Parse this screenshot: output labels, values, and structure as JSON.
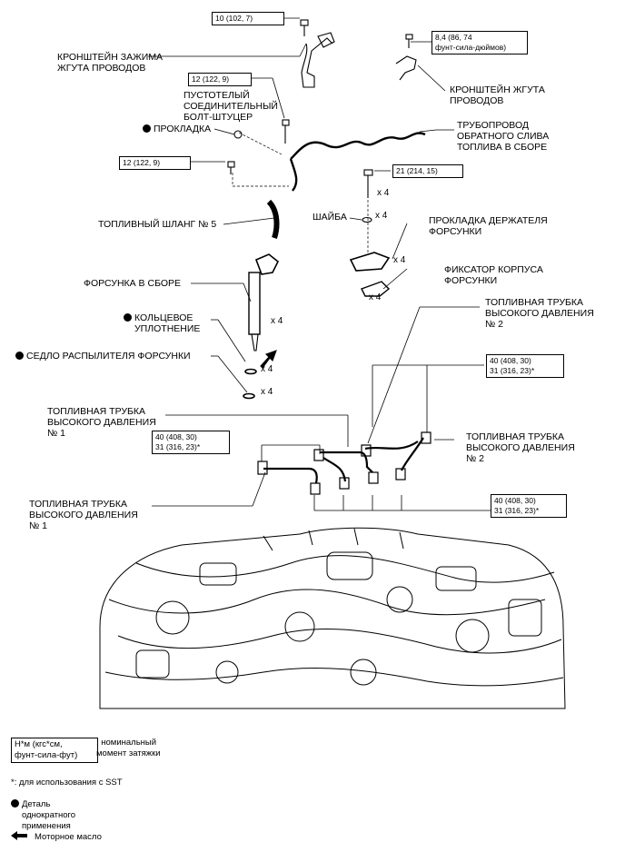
{
  "labels": {
    "bracket_clamp": "КРОНШТЕЙН ЗАЖИМА\nЖГУТА ПРОВОДОВ",
    "hollow_bolt": "ПУСТОТЕЛЫЙ\nСОЕДИНИТЕЛЬНЫЙ\nБОЛТ-ШТУЦЕР",
    "gasket": "ПРОКЛАДКА",
    "harness_bracket": "КРОНШТЕЙН ЖГУТА\nПРОВОДОВ",
    "return_pipe": "ТРУБОПРОВОД\nОБРАТНОГО СЛИВА\nТОПЛИВА В СБОРЕ",
    "fuel_hose": "ТОПЛИВНЫЙ ШЛАНГ № 5",
    "washer": "ШАЙБА",
    "holder_gasket": "ПРОКЛАДКА ДЕРЖАТЕЛЯ\nФОРСУНКИ",
    "injector": "ФОРСУНКА В СБОРЕ",
    "body_clamp": "ФИКСАТОР КОРПУСА\nФОРСУНКИ",
    "o_ring": "КОЛЬЦЕВОЕ\nУПЛОТНЕНИЕ",
    "nozzle_seat": "СЕДЛО РАСПЫЛИТЕЛЯ ФОРСУНКИ",
    "hp_pipe2_top": "ТОПЛИВНАЯ ТРУБКА\nВЫСОКОГО ДАВЛЕНИЯ\n№ 2",
    "hp_pipe1_top": "ТОПЛИВНАЯ ТРУБКА\nВЫСОКОГО ДАВЛЕНИЯ\n№ 1",
    "hp_pipe2_right": "ТОПЛИВНАЯ ТРУБКА\nВЫСОКОГО ДАВЛЕНИЯ\n№ 2",
    "hp_pipe1_bottom": "ТОПЛИВНАЯ ТРУБКА\nВЫСОКОГО ДАВЛЕНИЯ\n№ 1"
  },
  "torques": {
    "t_top": "10 (102, 7)",
    "t_right": "8,4 (86, 74\nфунт-сила-дюймов)",
    "t_bolt": "12 (122, 9)",
    "t_left": "12 (122, 9)",
    "t_21": "21 (214, 15)",
    "t_40a": "40 (408, 30)\n31 (316, 23)*",
    "t_40b": "40 (408, 30)\n31 (316, 23)*",
    "t_40c": "40 (408, 30)\n31 (316, 23)*"
  },
  "counts": {
    "x4": "x 4"
  },
  "legend": {
    "unit_box": "Н*м (кгс*см,\nфунт-сила-фут)",
    "unit_desc": ": номинальный\nмомент затяжки",
    "sst_note": "*: для использования с SST",
    "non_reusable": "Деталь однократного\nприменения",
    "engine_oil": "Моторное масло"
  }
}
